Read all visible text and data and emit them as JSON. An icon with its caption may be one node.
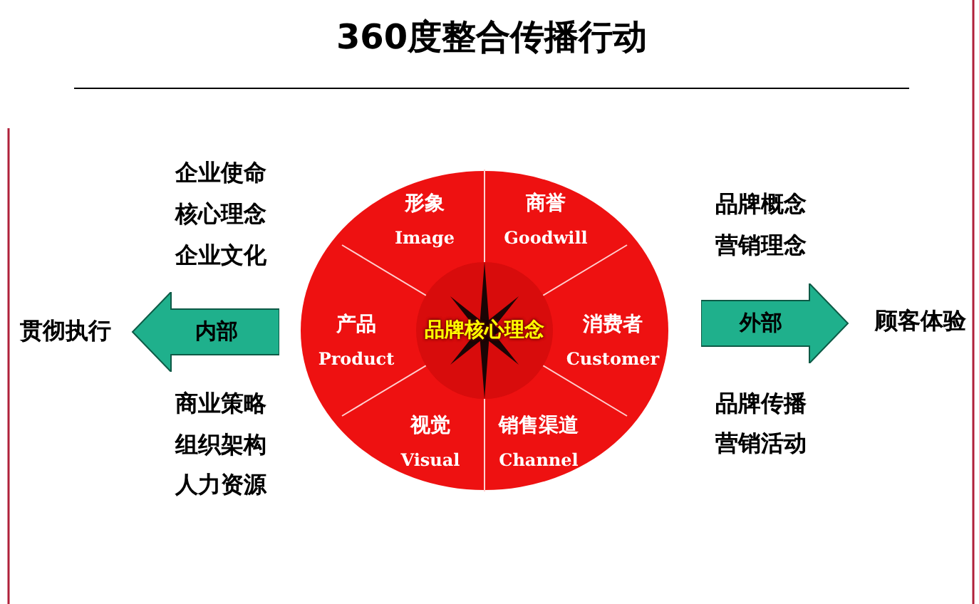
{
  "diagram": {
    "title": "360度整合传播行动",
    "nodes": [
      {
        "text": [],
        "shape": "circle"
      },
      {
        "text": [
          "形象",
          "Image"
        ],
        "in": 0
      },
      {
        "text": [
          "商誉",
          "Goodwill"
        ],
        "in": 0
      },
      {
        "text": [
          "产品",
          "Product"
        ],
        "in": 0
      },
      {
        "text": [
          "品牌核心理念"
        ],
        "in": 0
      },
      {
        "text": [
          "消费者",
          "Customer"
        ],
        "in": 0
      },
      {
        "text": [
          "视觉",
          "Visual"
        ],
        "in": 0
      },
      {
        "text": [
          "销售渠道",
          "Channel"
        ],
        "in": 0
      },
      {
        "text": [
          "内部"
        ]
      },
      {
        "text": [
          "外部"
        ]
      }
    ],
    "labels": [
      "企业使命",
      "品牌概念",
      "核心理念",
      "营销理念",
      "企业文化",
      "贯彻执行",
      "顾客体验",
      "商业策略",
      "品牌传播",
      "组织架构",
      "营销活动",
      "人力资源"
    ]
  }
}
